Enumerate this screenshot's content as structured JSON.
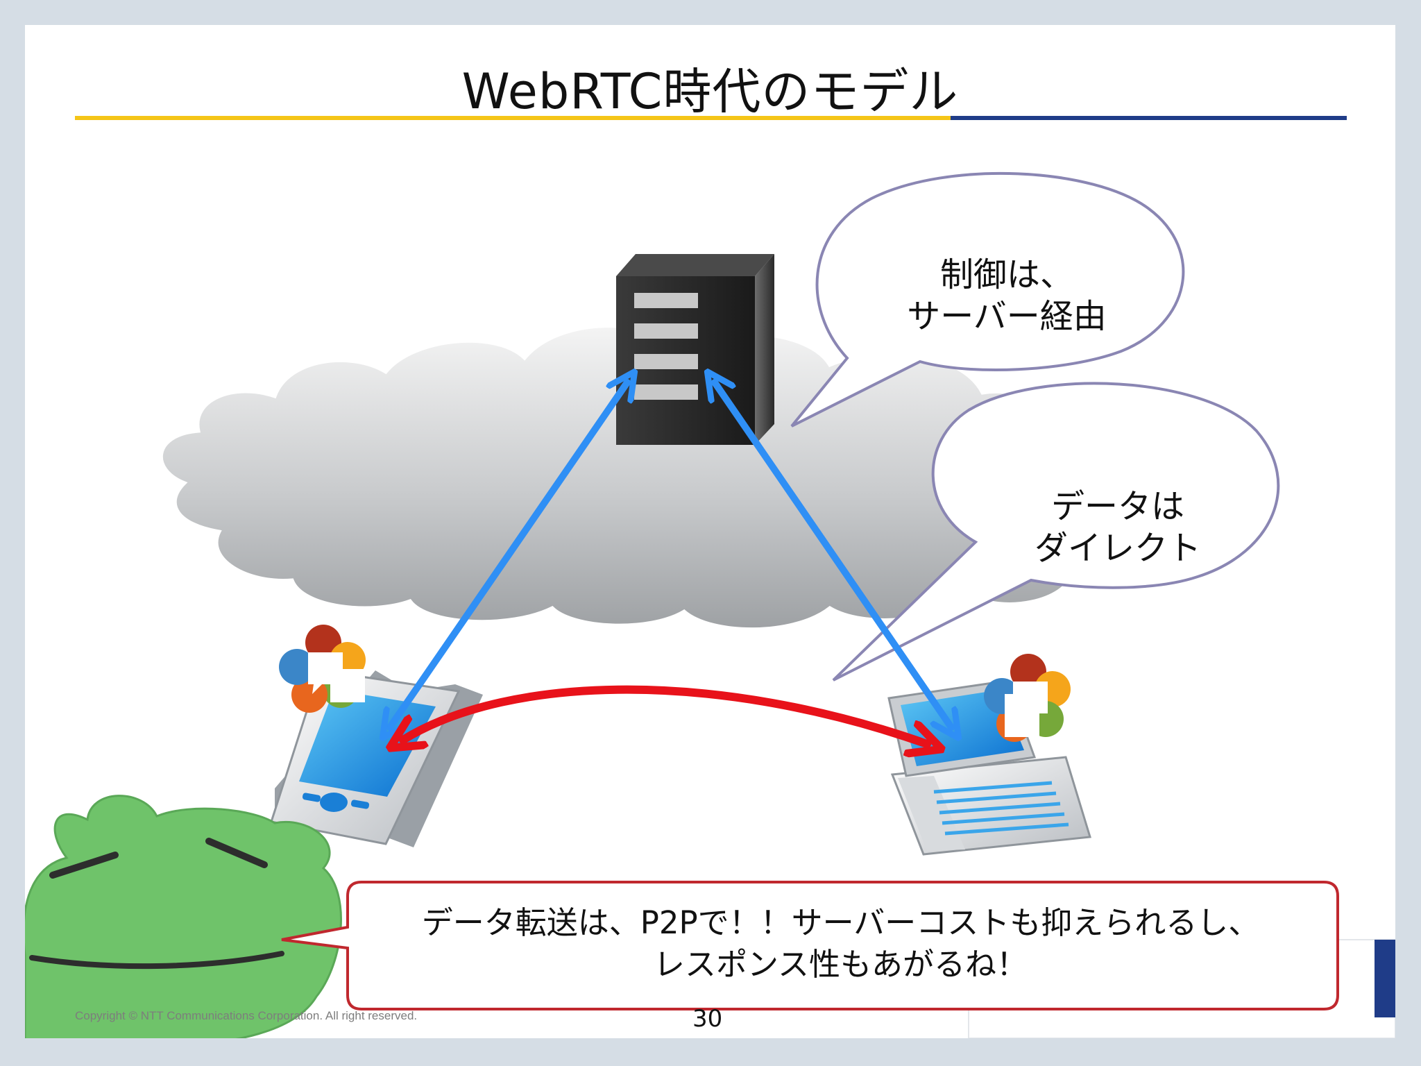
{
  "slide": {
    "title": "WebRTC時代のモデル",
    "page_number": "30",
    "copyright": "Copyright © NTT Communications Corporation. All right reserved."
  },
  "bubbles": {
    "server_control": {
      "line1": "制御は、",
      "line2": "サーバー経由"
    },
    "data_direct": {
      "line1": "データは",
      "line2": "ダイレクト"
    }
  },
  "bottom_bubble": {
    "line1": "データ転送は、P2Pで！！サーバーコストも抑えられるし、",
    "line2": "レスポンス性もあがるね！"
  },
  "colors": {
    "title_rule_yellow": "#f5c518",
    "title_rule_blue": "#1f3c88",
    "signaling_arrow": "#2f8ff5",
    "p2p_arrow": "#e8121a",
    "bubble_outline": "#8a86b3",
    "bottom_bubble_outline": "#c0282e",
    "frog_green": "#6fc36a"
  },
  "icons": [
    "server-icon",
    "cloud-icon",
    "smartphone-icon",
    "laptop-icon",
    "webrtc-logo-icon",
    "frog-character-icon"
  ]
}
